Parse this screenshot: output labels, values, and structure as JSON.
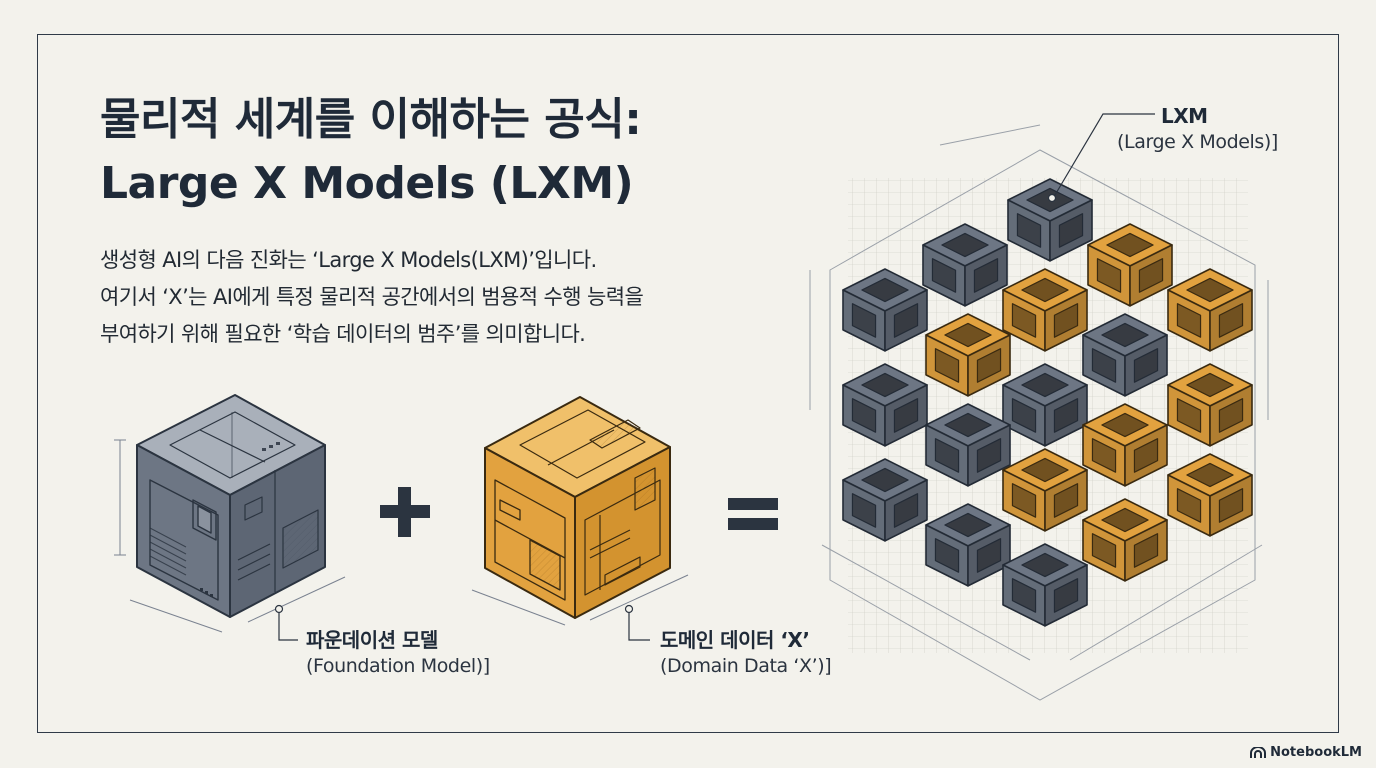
{
  "title": {
    "line1": "물리적 세계를 이해하는 공식:",
    "line2": "Large X Models (LXM)"
  },
  "description": {
    "line1": "생성형 AI의 다음 진화는 ‘Large X Models(LXM)’입니다.",
    "line2": "여기서 ‘X’는 AI에게 특정 물리적 공간에서의 범용적 수행 능력을",
    "line3": "부여하기 위해 필요한 ‘학습 데이터의 범주’를 의미합니다."
  },
  "equation": {
    "plus": "+",
    "equals": "="
  },
  "foundation_label": {
    "korean": "파운데이션 모델",
    "english": "(Foundation Model)]"
  },
  "domain_label": {
    "korean": "도메인 데이터 ‘X’",
    "english": "(Domain Data ‘X’)]"
  },
  "lxm_label": {
    "name": "LXM",
    "english": "(Large X Models)]"
  },
  "brand": {
    "name": "NotebookLM",
    "icon": "notebooklm-logo-icon"
  },
  "colors": {
    "background": "#f3f2ec",
    "ink": "#1f2a38",
    "slate": "#6d7684",
    "amber": "#e2a23f"
  }
}
